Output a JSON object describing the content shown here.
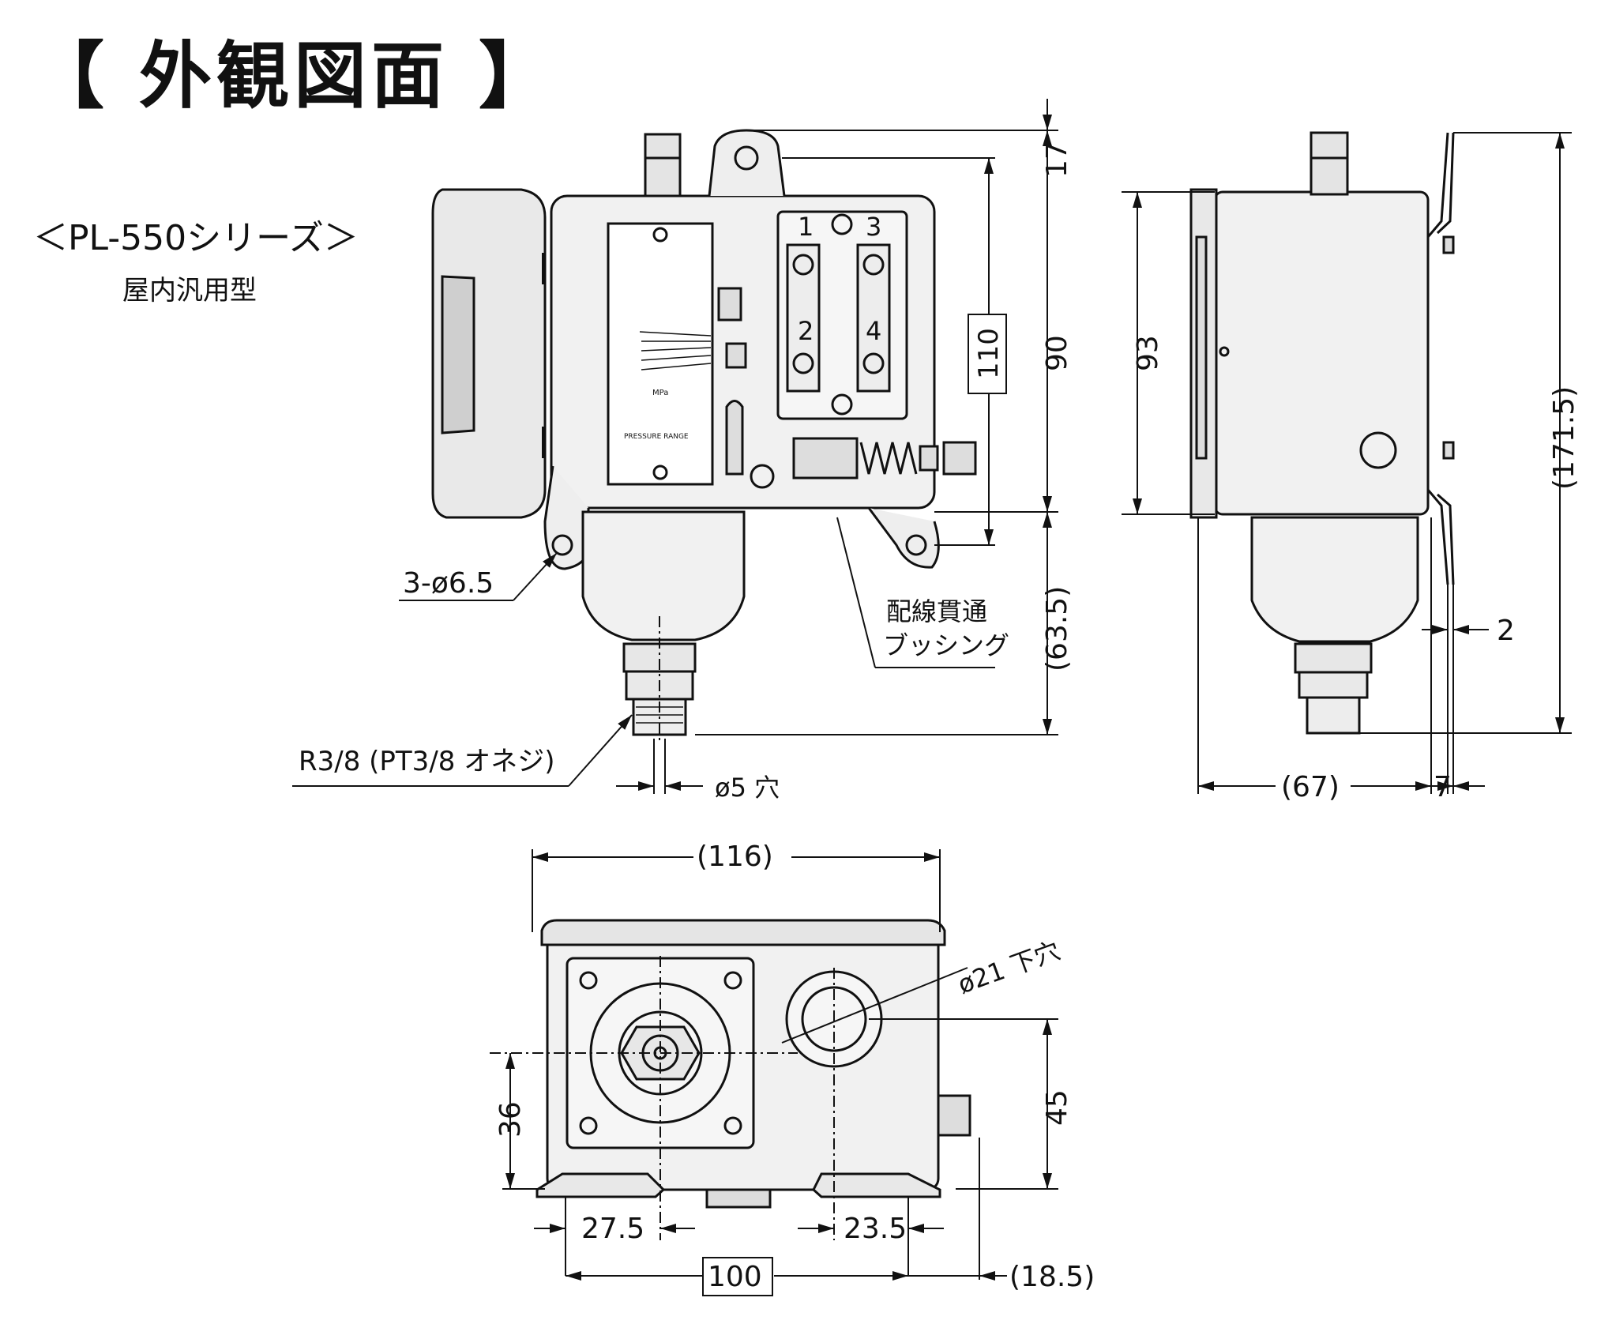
{
  "header": {
    "title": "【 外観図面 】",
    "series": "＜PL-550シリーズ＞",
    "type": "屋内汎用型"
  },
  "front_view": {
    "dim_17": "17",
    "dim_90": "90",
    "dim_110": "110",
    "dim_63_5": "(63.5)",
    "mount_holes": "3-ø6.5",
    "bushing_line1": "配線貫通",
    "bushing_line2": "ブッシング",
    "thread": "R3/8 (PT3/8 オネジ)",
    "hole_5": "ø5 穴",
    "terminal_1": "1",
    "terminal_2": "2",
    "terminal_3": "3",
    "terminal_4": "4"
  },
  "side_view": {
    "dim_93": "93",
    "dim_171_5": "(171.5)",
    "dim_2": "2",
    "dim_67": "(67)",
    "dim_7": "7"
  },
  "bottom_view": {
    "dim_116": "(116)",
    "hole_21": "ø21 下穴",
    "dim_45": "45",
    "dim_36": "36",
    "dim_27_5": "27.5",
    "dim_23_5": "23.5",
    "dim_100": "100",
    "dim_18_5": "(18.5)"
  }
}
